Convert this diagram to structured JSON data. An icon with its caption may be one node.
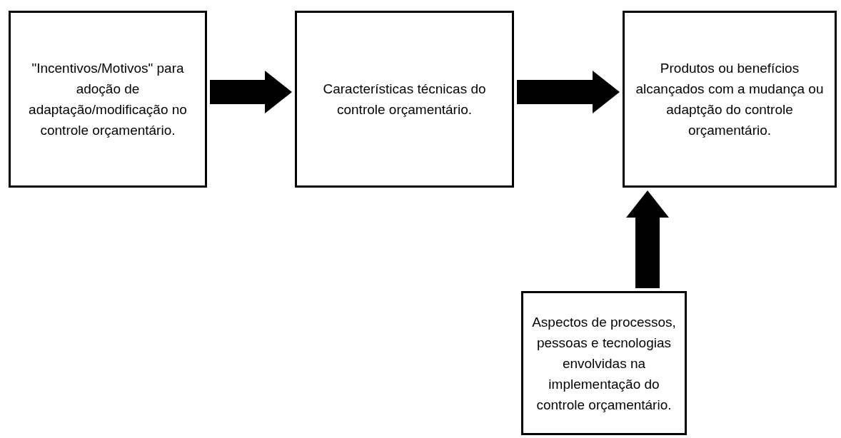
{
  "diagram": {
    "nodes": [
      {
        "text": [
          "\"Incentivos/Motivos\" para adoção de adaptação/modificação no controle orçamentário."
        ]
      },
      {
        "text": [
          "Características técnicas do controle orçamentário."
        ]
      },
      {
        "text": [
          "Produtos ou benefícios alcançados com a mudança ou adaptção do controle orçamentário."
        ]
      },
      {
        "text": [
          "Aspectos de processos, pessoas e tecnologias envolvidas na implementação do controle orçamentário."
        ]
      }
    ],
    "edges": [
      {
        "from": 0,
        "to": 1,
        "arrow": "to"
      },
      {
        "from": 1,
        "to": 2,
        "arrow": "to"
      },
      {
        "from": 3,
        "to": 2,
        "arrow": "to"
      }
    ]
  }
}
